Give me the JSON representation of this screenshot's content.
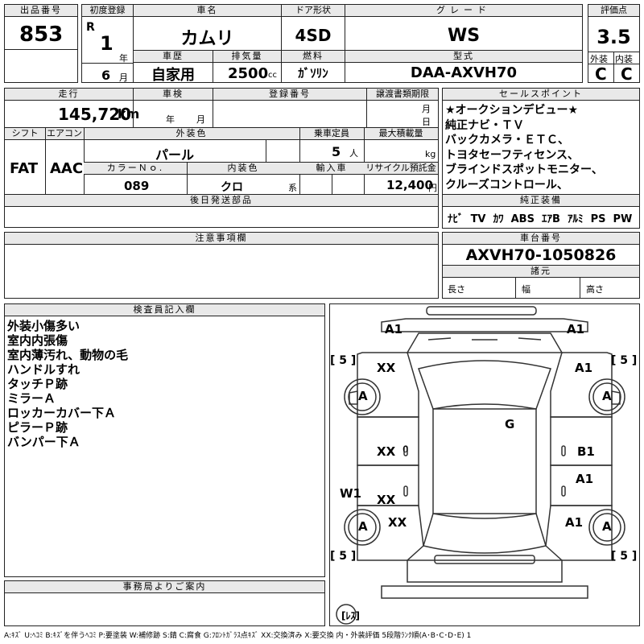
{
  "headers": {
    "lot_no": "出品番号",
    "first_reg": "初度登録",
    "car_name": "車名",
    "door": "ドア形状",
    "grade": "グレード",
    "score": "評価点",
    "history": "車歴",
    "displacement": "排気量",
    "fuel": "燃料",
    "model": "型式",
    "exterior": "外装",
    "interior": "内装",
    "mileage": "走行",
    "inspection": "車検",
    "reg_no": "登録番号",
    "transfer": "譲渡書類期限",
    "sales_points": "セールスポイント",
    "shift": "シフト",
    "aircon": "エアコン",
    "ext_color": "外装色",
    "capacity": "乗車定員",
    "max_load": "最大積載量",
    "color_no": "カラーＮｏ.",
    "int_color": "内装色",
    "import": "輸入車",
    "recycle": "リサイクル預託金",
    "later_parts": "後日発送部品",
    "std_equipment": "純正装備",
    "notes": "注意事項欄",
    "chassis": "車台番号",
    "specs": "諸元",
    "inspector": "検査員記入欄",
    "office": "事務局よりご案内"
  },
  "vehicle": {
    "lot_no": "853",
    "era": "R",
    "year": "1",
    "year_unit": "年",
    "month": "6",
    "month_unit": "月",
    "car_name": "カムリ",
    "door": "4SD",
    "grade": "WS",
    "score": "3.5",
    "ext_score": "C",
    "int_score": "C",
    "history": "自家用",
    "displacement": "2500",
    "displacement_unit": "cc",
    "fuel": "ｶﾞｿﾘﾝ",
    "model": "DAA-AXVH70",
    "mileage": "145,720",
    "mileage_unit": "km",
    "insp_year_unit": "年",
    "insp_month_unit": "月",
    "transfer_month_unit": "月",
    "transfer_day_unit": "日",
    "shift": "FAT",
    "aircon": "AAC",
    "ext_color": "パール",
    "capacity": "5",
    "capacity_unit": "人",
    "load_unit": "kg",
    "color_no": "089",
    "int_color": "クロ",
    "int_color_unit": "系",
    "recycle": "12,400",
    "recycle_unit": "円",
    "chassis": "AXVH70-1050826",
    "length_label": "長さ",
    "width_label": "幅",
    "height_label": "高さ"
  },
  "sales_points": [
    "★オークションデビュー★",
    "純正ナビ・ＴＶ",
    "バックカメラ・ＥＴＣ、",
    "トヨタセーフティセンス、",
    "ブラインドスポットモニター、",
    "クルーズコントロール、"
  ],
  "equipment": [
    "ﾅﾋﾞ",
    "TV",
    "ｶﾜ",
    "ABS",
    "ｴｱB",
    "ｱﾙﾐ",
    "PS",
    "PW"
  ],
  "inspector_notes": [
    "外装小傷多い",
    "室内内張傷",
    "室内薄汚れ、動物の毛",
    "ハンドルすれ",
    "タッチＰ跡",
    "ミラーＡ",
    "ロッカーカバー下Ａ",
    "ピラーＰ跡",
    "バンパー下Ａ"
  ],
  "diagram": {
    "marks": {
      "front_left": "A1",
      "front_right": "A1",
      "fl_fender": "XX",
      "fr_fender": "A1",
      "fl_tire": "A",
      "fr_tire": "A",
      "roof": "G",
      "front_left_door": "XX",
      "front_right_door": "B1",
      "rear_left_door": "XX",
      "rear_right_door": "A1",
      "left_rocker": "W1",
      "rl_fender": "XX",
      "rr_fender": "A1",
      "rl_tire": "A",
      "rr_tire": "A"
    },
    "tires": {
      "fl": "[ 5 ]",
      "fr": "[ 5 ]",
      "rl": "[ 5 ]",
      "rr": "[ 5 ]"
    },
    "door_zero": "0",
    "less": "[ﾚｽ]"
  },
  "legend": "A:ｷｽﾞ U:ﾍｺﾐ B:ｷｽﾞを伴うﾍｺﾐ P:要塗装 W:補修跡 S:錆 C:腐食 G:ﾌﾛﾝﾄｶﾞﾗｽ点ｷｽﾞ XX:交換済み X:要交換 内・外装評価 5段階ﾗﾝｸ順(A･B･C･D･E) 1"
}
